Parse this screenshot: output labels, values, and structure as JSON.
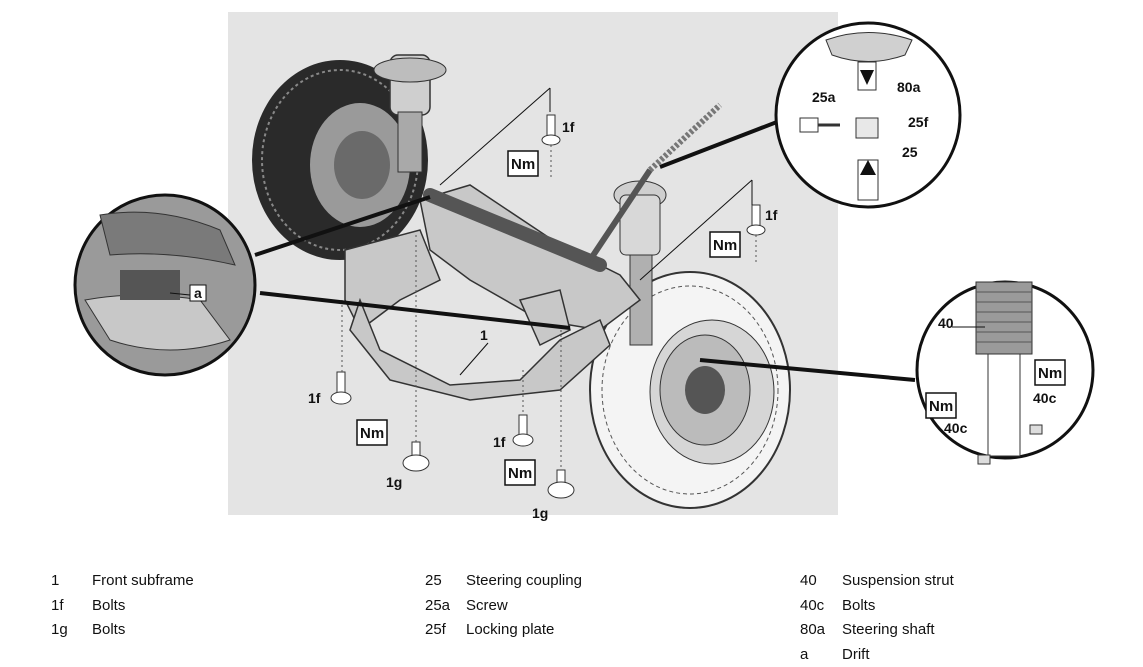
{
  "diagram": {
    "callouts": {
      "c1": "1",
      "c1f_top": "1f",
      "c1f_right": "1f",
      "c1f_left": "1f",
      "c1f_center": "1f",
      "c1g_left": "1g",
      "c1g_right": "1g",
      "c_a": "a",
      "c25": "25",
      "c25a": "25a",
      "c25f": "25f",
      "c80a": "80a",
      "c40": "40",
      "c40c_left": "40c",
      "c40c_right": "40c"
    },
    "torque_label": "Nm"
  },
  "legend": [
    [
      {
        "num": "1",
        "desc": "Front subframe"
      },
      {
        "num": "1f",
        "desc": "Bolts"
      },
      {
        "num": "1g",
        "desc": "Bolts"
      }
    ],
    [
      {
        "num": "25",
        "desc": "Steering coupling"
      },
      {
        "num": "25a",
        "desc": "Screw"
      },
      {
        "num": "25f",
        "desc": "Locking plate"
      }
    ],
    [
      {
        "num": "40",
        "desc": "Suspension strut"
      },
      {
        "num": "40c",
        "desc": "Bolts"
      },
      {
        "num": "80a",
        "desc": "Steering shaft"
      },
      {
        "num": "a",
        "desc": "Drift"
      }
    ]
  ]
}
